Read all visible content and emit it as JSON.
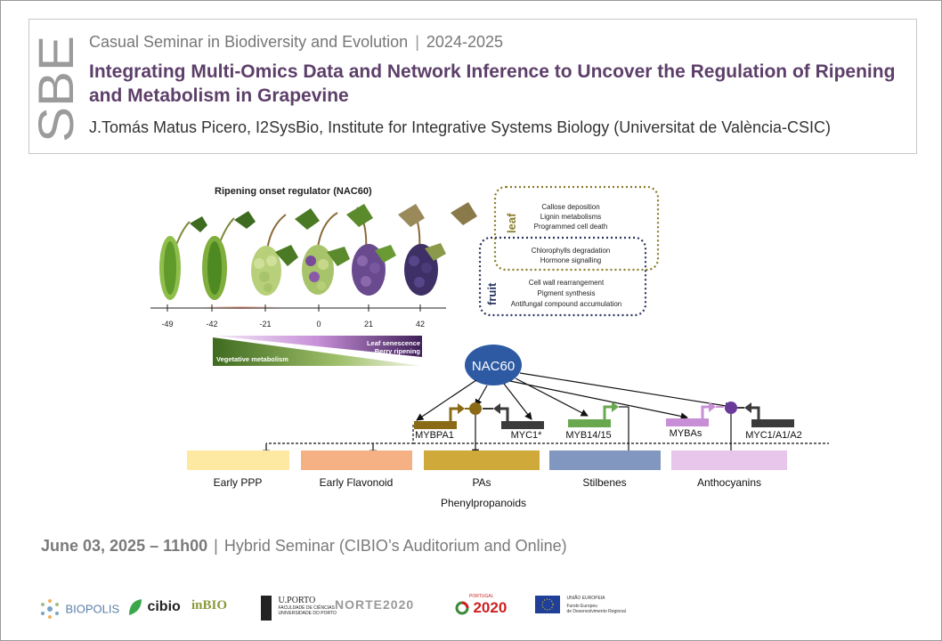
{
  "header": {
    "logo_text": "SBE",
    "series": "Casual Seminar in Biodiversity and Evolution",
    "series_sep": "|",
    "year": "2024-2025",
    "title": "Integrating Multi-Omics Data and Network Inference to Uncover the Regulation of Ripening and Metabolism in Grapevine",
    "speaker": "J.Tomás Matus Picero, I2SysBio, Institute for Integrative Systems Biology (Universitat de València-CSIC)"
  },
  "figure": {
    "top_title": "Ripening onset regulator (NAC60)",
    "timeline_ticks": [
      "-49",
      "-42",
      "-21",
      "0",
      "21",
      "42"
    ],
    "gradient_left_label": "Vegetative metabolism",
    "gradient_right_label_1": "Leaf senescence",
    "gradient_right_label_2": "Berry ripening",
    "leaf_label": "leaf",
    "fruit_label": "fruit",
    "leaf_processes": [
      "Callose deposition",
      "Lignin metabolisms",
      "Programmed cell death"
    ],
    "shared_processes": [
      "Chlorophylls degradation",
      "Hormone signalling"
    ],
    "fruit_processes": [
      "Cell wall rearrangement",
      "Pigment synthesis",
      "Antifungal compound accumulation"
    ],
    "nac60": "NAC60",
    "genes": [
      "MYBPA1",
      "MYC1*",
      "MYB14/15",
      "MYBAs",
      "MYC1/A1/A2"
    ],
    "pathways": [
      "Early PPP",
      "Early Flavonoid",
      "PAs",
      "Stilbenes",
      "Anthocyanins"
    ],
    "pathway_group": "Phenylpropanoids",
    "colors": {
      "nac60": "#2d5aa3",
      "mybpa1": "#8a6a14",
      "myc": "#3b3b3b",
      "myb14": "#6aa84f",
      "mybas": "#c98fd6",
      "early_ppp": "#fde9a2",
      "early_flav": "#f5b183",
      "pas": "#cfa93a",
      "stilbenes": "#8197c0",
      "anthocyanins": "#e8c6ec",
      "leaf_border": "#8a7c2a",
      "fruit_border": "#2b3560"
    }
  },
  "event": {
    "date": "June 03, 2025 – 11h00",
    "sep": "|",
    "mode": "Hybrid Seminar (CIBIO’s Auditorium and Online)"
  },
  "logos": {
    "biopolis": "BIOPOLIS",
    "cibio": "cibio",
    "inbio": "inBIO",
    "uporto_1": "U.PORTO",
    "uporto_2": "FACULDADE DE CIÊNCIAS",
    "uporto_3": "UNIVERSIDADE DO PORTO",
    "norte": "NORTE2020",
    "portugal_small": "PORTUGAL",
    "portugal": "2020",
    "eu_1": "UNIÃO EUROPEIA",
    "eu_2": "Fundo Europeu",
    "eu_3": "de Desenvolvimento Regional"
  }
}
